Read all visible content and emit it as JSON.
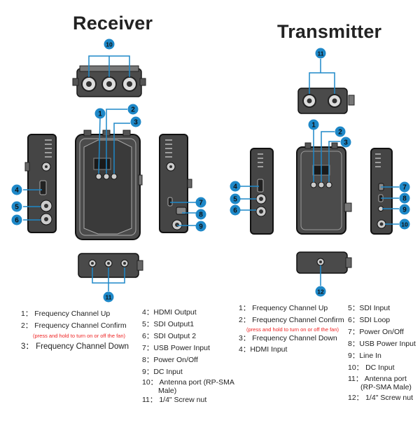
{
  "titles": {
    "receiver": "Receiver",
    "transmitter": "Transmitter"
  },
  "colors": {
    "accent": "#1e88c8",
    "device_dark": "#2a2a2a",
    "device_mid": "#5a5a5a",
    "note_red": "#e22222"
  },
  "callouts": {
    "receiver": [
      "1",
      "2",
      "3",
      "4",
      "5",
      "6",
      "7",
      "8",
      "9",
      "10",
      "11"
    ],
    "transmitter": [
      "1",
      "2",
      "3",
      "4",
      "5",
      "6",
      "7",
      "8",
      "9",
      "10",
      "11",
      "12"
    ]
  },
  "legend": {
    "receiver": {
      "left": [
        {
          "text": "1：  Frequency Channel Up"
        },
        {
          "text": "2：  Frequency Channel Confirm",
          "note": "(press and hold to turn on or off the fan)"
        },
        {
          "text": "3：  Frequency Channel Down"
        }
      ],
      "right": [
        "4：HDMI Output",
        "5：SDI Output1",
        "6：SDI Output 2",
        "7：USB Power Input",
        "8：Power On/Off",
        "9：DC Input",
        "10：  Antenna port (RP-SMA",
        "Male)",
        "11：  1/4\" Screw nut"
      ]
    },
    "transmitter": {
      "left": [
        {
          "text": "1：  Frequency Channel Up"
        },
        {
          "text": "2：  Frequency Channel Confirm",
          "note": "(press and hold to turn on or off the fan)"
        },
        {
          "text": "3：  Frequency Channel Down"
        },
        {
          "text": "4：HDMI Input"
        }
      ],
      "right": [
        "5：SDI Input",
        "6：SDI Loop",
        "7：Power On/Off",
        "8：USB Power Input",
        "9：Line In",
        "10：  DC Input",
        "11：  Antenna port",
        "(RP-SMA Male)",
        "12：  1/4\" Screw nut"
      ]
    }
  }
}
